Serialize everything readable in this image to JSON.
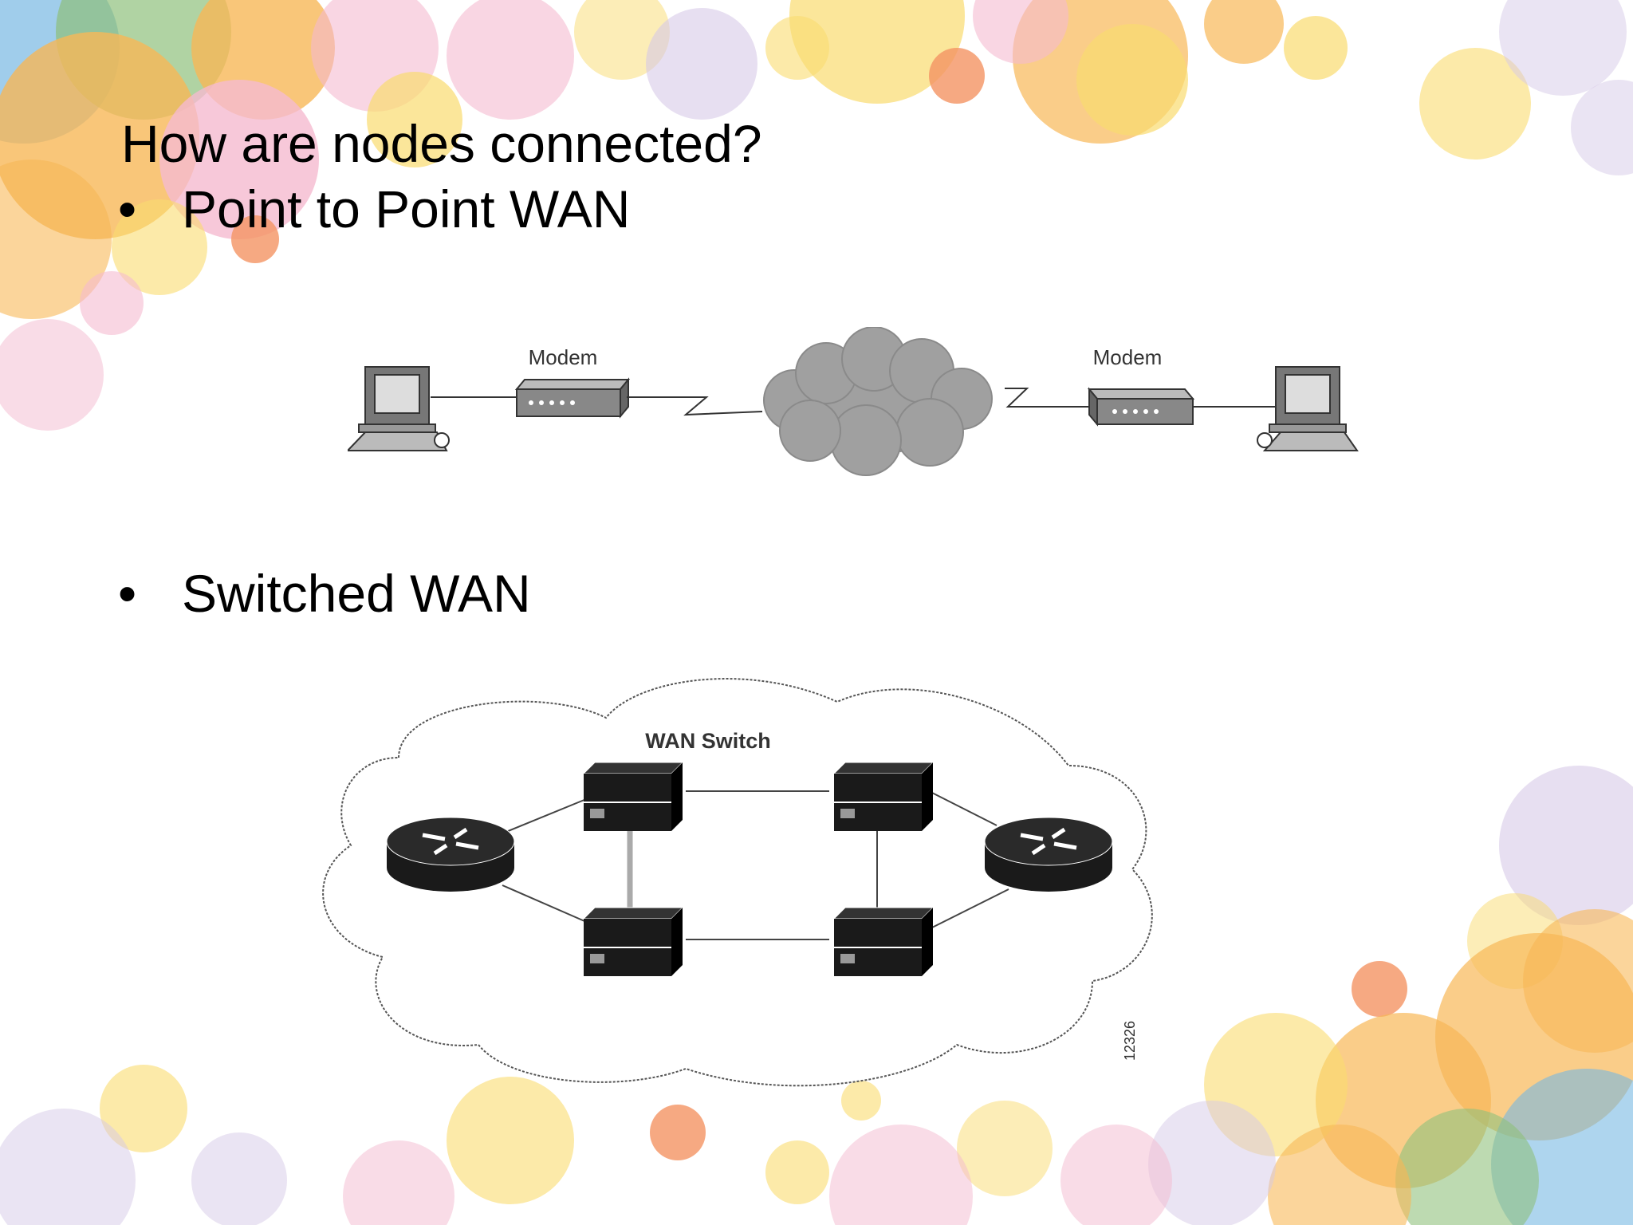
{
  "slide": {
    "title": "How are nodes connected?",
    "bullets": [
      {
        "marker": "•",
        "text": "Point to Point WAN"
      },
      {
        "marker": "•",
        "text": "Switched WAN"
      }
    ]
  },
  "point_to_point_diagram": {
    "left_modem_label": "Modem",
    "right_modem_label": "Modem"
  },
  "switched_diagram": {
    "switch_label": "WAN Switch",
    "figure_id": "12326"
  },
  "colors": {
    "background": "#ffffff",
    "text": "#000000",
    "cloud_fill": "#a0a0a0",
    "device_dark": "#1a1a1a",
    "bubble_orange": "#f5a020",
    "bubble_yellow": "#f8d040",
    "bubble_pink": "#f2a4c0",
    "bubble_purple": "#c9b8e0",
    "bubble_blue": "#4aa0d8",
    "bubble_green": "#6aab50"
  }
}
